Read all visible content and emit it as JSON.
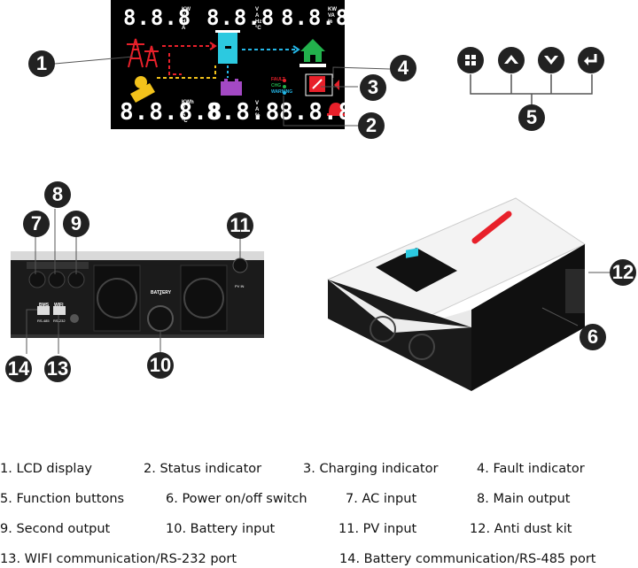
{
  "lcd": {
    "top_left_value": "8.8.8",
    "top_left_units": [
      "KW",
      "V",
      "Hz",
      "A"
    ],
    "top_mid_value": "8.8.8",
    "top_mid_units": [
      "V",
      "A",
      "Hz",
      "°C"
    ],
    "top_right_value": "8.8.8",
    "top_right_units": [
      "KW",
      "VA",
      "%"
    ],
    "bottom_left_value": "8.8.8.8",
    "bottom_left_units": [
      "KWh",
      "V",
      "A",
      "°C"
    ],
    "bottom_mid_value": "8.8.8",
    "bottom_mid_units": [
      "V",
      "A",
      "%"
    ],
    "bottom_right_value": "8.8.8",
    "status_labels": [
      "FAULT",
      "CHG",
      "WARNING"
    ],
    "colors": {
      "grid": "#e8202a",
      "pv": "#f2c21b",
      "inverter": "#2cc9e0",
      "home": "#22b14c",
      "battery": "#a349c4",
      "flow_blue": "#24b6e6"
    }
  },
  "callouts": {
    "n1": "1",
    "n2": "2",
    "n3": "3",
    "n4": "4",
    "n5": "5",
    "n6": "6",
    "n7": "7",
    "n8": "8",
    "n9": "9",
    "n10": "10",
    "n11": "11",
    "n12": "12",
    "n13": "13",
    "n14": "14"
  },
  "buttons": [
    "grid-icon",
    "up-arrow-icon",
    "down-arrow-icon",
    "enter-icon"
  ],
  "back_panel": {
    "battery_label": "BATTERY",
    "bms_label": "BMS",
    "wifi_label": "WIFI",
    "bms_sub": "RS-485",
    "wifi_sub": "RS-232",
    "pv_label": "PV IN"
  },
  "legend": {
    "item1": "1.   LCD display",
    "item2": "2.   Status indicator",
    "item3": "3.   Charging indicator",
    "item4": "4.   Fault indicator",
    "item5": "5.   Function buttons",
    "item6": "6.   Power on/off switch",
    "item7": "7.   AC input",
    "item8": "8.   Main output",
    "item9": "9.   Second output",
    "item10": "10.  Battery input",
    "item11": "11.  PV input",
    "item12": "12. Anti dust kit",
    "item13": "13. WIFI  communication/RS-232 port",
    "item14": "14. Battery communication/RS-485 port"
  }
}
